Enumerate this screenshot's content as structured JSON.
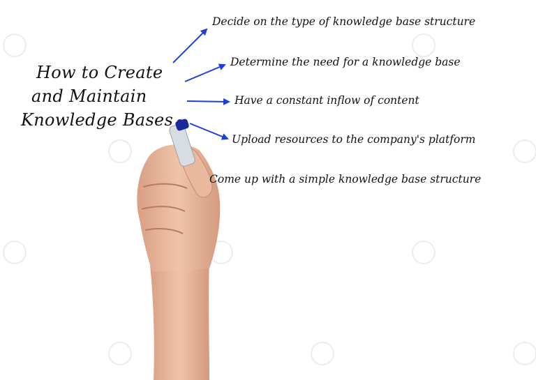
{
  "diagram": {
    "title_lines": [
      "How to Create",
      "and Maintain",
      "Knowledge Bases"
    ],
    "items": [
      "Decide on the type of knowledge base structure",
      "Determine the need for a knowledge base",
      "Have a constant inflow of content",
      "Upload resources to the company's platform",
      "Come up with a simple knowledge base structure"
    ]
  },
  "colors": {
    "arrow": "#1f3fd6",
    "text": "#111111",
    "background": "#ffffff",
    "marker_body": "#d8dde2",
    "marker_cap": "#1a2a9e",
    "skin": "#e8b79a"
  },
  "illustration": {
    "hand": "hand-holding-marker"
  }
}
